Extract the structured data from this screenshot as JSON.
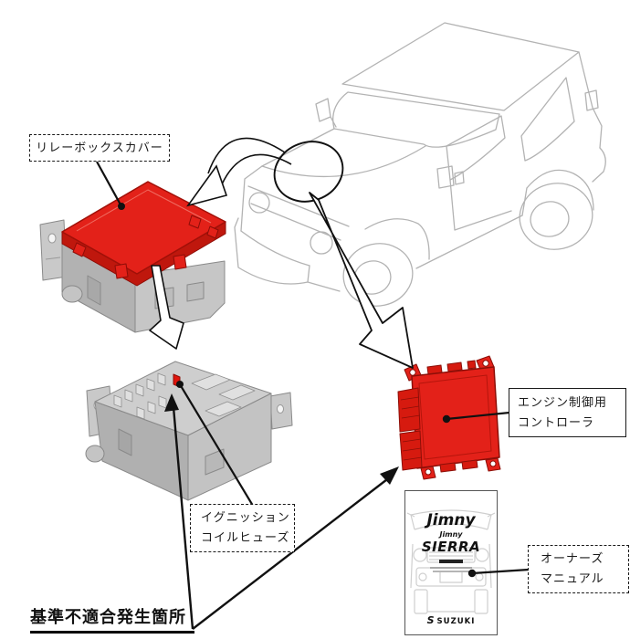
{
  "diagram": {
    "callout_labels": {
      "relay_box_cover": "リレーボックスカバー",
      "engine_controller": {
        "line1": "エンジン制御用",
        "line2": "コントローラ"
      },
      "ignition_coil_fuse": {
        "line1": "イグニッション",
        "line2": "コイルヒューズ"
      },
      "owners_manual": {
        "line1": "オーナーズ",
        "line2": "マニュアル"
      },
      "nonconformity_location": "基準不適合発生箇所"
    },
    "booklet": {
      "logo_primary": "Jimny",
      "logo_secondary": "Jimny",
      "logo_model": "SIERRA",
      "brand_mark": "S",
      "brand_name": "SUZUKI"
    },
    "colors": {
      "highlight_red": "#e32119",
      "cover_rim_red": "#b5150c",
      "car_line_gray": "#b3b3b3",
      "device_gray": "#b5b5b5",
      "arrow_black": "#111111"
    }
  }
}
